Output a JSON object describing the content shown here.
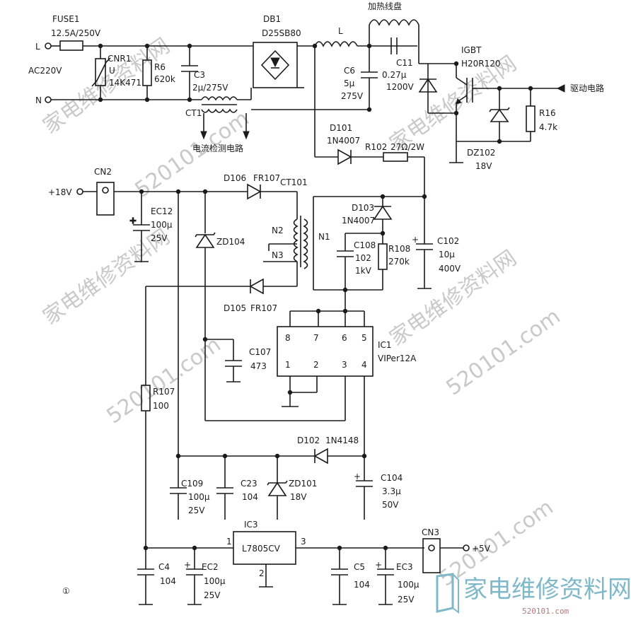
{
  "figure_number": "①",
  "inputs": {
    "fuse": [
      "FUSE1",
      "12.5A/250V"
    ],
    "line_terminal": "L",
    "neutral_terminal": "N",
    "mains": "AC220V"
  },
  "components": {
    "cnr1": [
      "CNR1",
      "U",
      "14K471"
    ],
    "r6": [
      "R6",
      "620k"
    ],
    "c3": [
      "C3",
      "2μ/275V"
    ],
    "ct1": [
      "CT1",
      "电流检测电路"
    ],
    "db1": [
      "DB1",
      "D25SB80"
    ],
    "inductor": "L",
    "coil": "加热线盘",
    "c6": [
      "C6",
      "5μ",
      "275V"
    ],
    "c11": [
      "C11",
      "0.27μ",
      "1200V"
    ],
    "igbt": [
      "IGBT",
      "H20R120"
    ],
    "drive": "驱动电路",
    "r16": [
      "R16",
      "4.7k"
    ],
    "dz102": [
      "DZ102",
      "18V"
    ],
    "d101": [
      "D101",
      "1N4007"
    ],
    "r102": [
      "R102",
      "27Ω/2W"
    ],
    "cn2": [
      "CN2",
      "+18V"
    ],
    "ec12": [
      "EC12",
      "100μ",
      "25V"
    ],
    "d106": [
      "D106",
      "FR107"
    ],
    "ct101": [
      "CT101",
      "N2",
      "N3",
      "N1"
    ],
    "zd104": "ZD104",
    "d105": [
      "D105",
      "FR107"
    ],
    "d103": [
      "D103",
      "1N4007"
    ],
    "c108": [
      "C108",
      "102",
      "1kV"
    ],
    "r108": [
      "R108",
      "270k"
    ],
    "c102": [
      "C102",
      "10μ",
      "400V"
    ],
    "ic1": [
      "IC1",
      "VIPer12A"
    ],
    "ic1_pins": [
      "8",
      "7",
      "6",
      "5",
      "1",
      "2",
      "3",
      "4"
    ],
    "c107": [
      "C107",
      "473"
    ],
    "r107": [
      "R107",
      "100"
    ],
    "d102": [
      "D102",
      "1N4148"
    ],
    "c109": [
      "C109",
      "100μ",
      "25V"
    ],
    "c23": [
      "C23",
      "104"
    ],
    "zd101": [
      "ZD101",
      "18V"
    ],
    "c104": [
      "C104",
      "3.3μ",
      "50V"
    ],
    "ic3": [
      "IC3",
      "L7805CV",
      "1",
      "3",
      "2"
    ],
    "c4": [
      "C4",
      "104"
    ],
    "ec2": [
      "EC2",
      "100μ",
      "25V"
    ],
    "c5": [
      "C5",
      "104"
    ],
    "ec3": [
      "EC3",
      "100μ",
      "25V"
    ],
    "cn3": [
      "CN3",
      "+5V"
    ]
  },
  "watermarks": [
    "家电维修资料网",
    "家电维修资料网",
    "家电维修资料网",
    "家电维修资料网",
    "520101.com",
    "520101.com",
    "520101.com",
    "520101.com"
  ],
  "logo": {
    "text": "家电维修资料网",
    "url": "520101.com",
    "color": "#7fb8c8"
  }
}
